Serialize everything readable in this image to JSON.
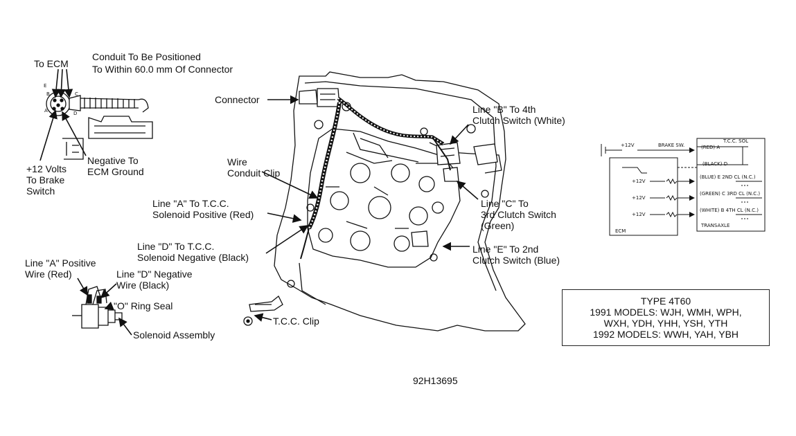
{
  "labels": {
    "to_ecm": "To ECM",
    "conduit_line1": "Conduit To Be Positioned",
    "conduit_line2": "To Within 60.0 mm Of Connector",
    "plus12_line1": "+12 Volts",
    "plus12_line2": "To Brake",
    "plus12_line3": "Switch",
    "neg_line1": "Negative To",
    "neg_line2": "ECM Ground",
    "connector": "Connector",
    "wire": "Wire",
    "conduit_clip": "Conduit Clip",
    "line_a_line1": "Line \"A\" To T.C.C.",
    "line_a_line2": "Solenoid Positive (Red)",
    "line_d_line1": "Line \"D\" To T.C.C.",
    "line_d_line2": "Solenoid Negative (Black)",
    "line_b_line1": "Line \"B\" To 4th",
    "line_b_line2": "Clutch Switch (White)",
    "line_c_line1": "Line \"C\" To",
    "line_c_line2": "3rd Clutch Switch",
    "line_c_line3": "(Green)",
    "line_e_line1": "Line \"E\" To 2nd",
    "line_e_line2": "Clutch Switch (Blue)",
    "pos_wire_line1": "Line \"A\" Positive",
    "pos_wire_line2": "Wire (Red)",
    "neg_wire_line1": "Line \"D\" Negative",
    "neg_wire_line2": "Wire (Black)",
    "o_ring": "\"O\" Ring Seal",
    "solenoid": "Solenoid Assembly",
    "tcc_clip": "T.C.C. Clip",
    "figure_id": "92H13695"
  },
  "connector_pins": [
    "E",
    "B",
    "C",
    "A",
    "D"
  ],
  "schematic": {
    "plus12": "+12V",
    "brake_sw": "BRAKE SW.",
    "tcc_sol": "T.C.C. SOL",
    "red_a": "(RED) A",
    "black_d": "(BLACK) D",
    "rows": [
      "(BLUE) E 2ND CL (N.C.)",
      "(GREEN) C 3RD CL (N.C.)",
      "(WHITE) B 4TH CL (N.C.)"
    ],
    "v12": "+12V",
    "ecm": "ECM",
    "transaxle": "TRANSAXLE"
  },
  "type_box": {
    "line1": "TYPE 4T60",
    "line2": "1991 MODELS: WJH, WMH, WPH,",
    "line3": "WXH, YDH, YHH, YSH, YTH",
    "line4": "1992 MODELS: WWH, YAH, YBH"
  }
}
